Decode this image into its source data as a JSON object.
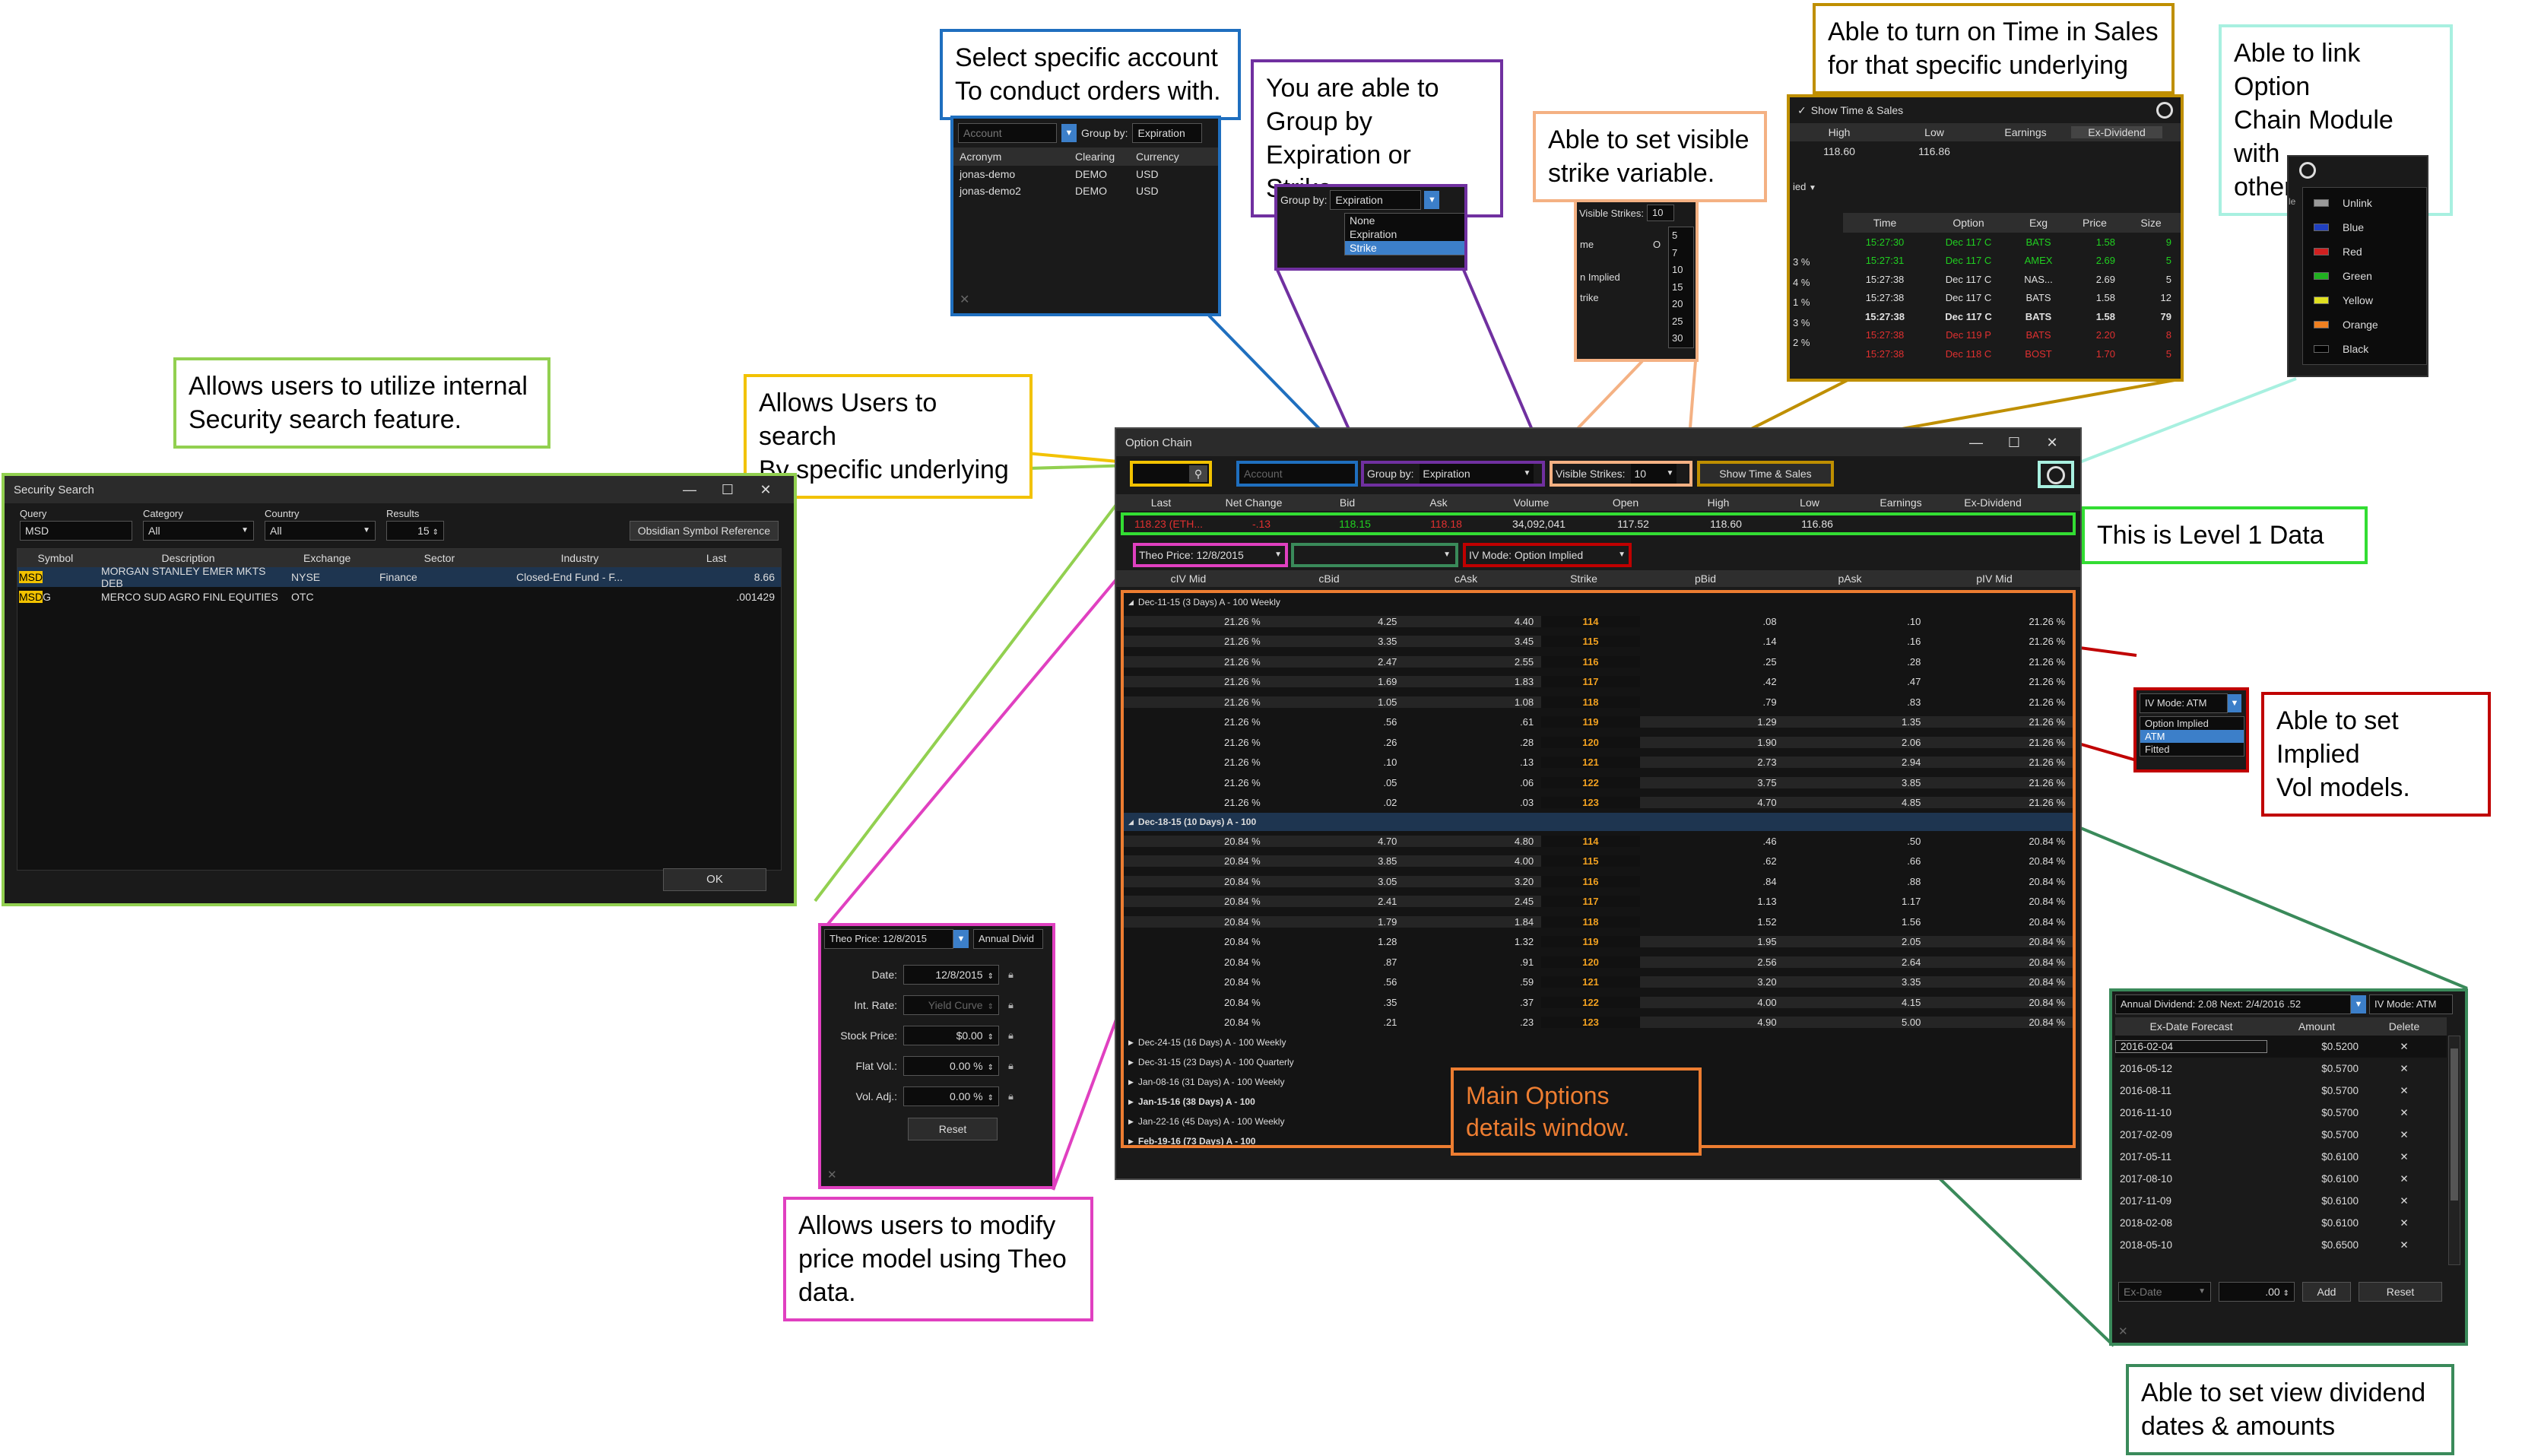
{
  "notes": {
    "account": [
      "Select specific account",
      "To conduct orders with."
    ],
    "group": [
      "You are able to",
      "Group by",
      "Expiration or Strike."
    ],
    "strikes": [
      "Able to set visible",
      "strike variable."
    ],
    "tns": [
      "Able to turn on Time in Sales",
      "for that specific underlying"
    ],
    "link": [
      "Able to link Option",
      "Chain Module with",
      "other Modules"
    ],
    "security": [
      "Allows users to utilize internal",
      "Security search feature."
    ],
    "search_underlying": [
      "Allows Users to search",
      "By specific underlying"
    ],
    "level1": [
      "This is Level 1 Data"
    ],
    "iv": [
      "Able to set Implied",
      "Vol models."
    ],
    "main": [
      "Main Options",
      "details window."
    ],
    "theo": [
      "Allows users to modify",
      "price model using Theo",
      "data."
    ],
    "dividend": [
      "Able to set view dividend",
      "dates & amounts"
    ]
  },
  "account_popup": {
    "placeholder": "Account",
    "group_label": "Group by:",
    "group_value": "Expiration",
    "headers": [
      "Acronym",
      "Clearing",
      "Currency"
    ],
    "rows": [
      [
        "jonas-demo",
        "DEMO",
        "USD"
      ],
      [
        "jonas-demo2",
        "DEMO",
        "USD"
      ]
    ]
  },
  "group_popup": {
    "label": "Group by:",
    "value": "Expiration",
    "options": [
      "None",
      "Expiration",
      "Strike"
    ],
    "selected": "Strike"
  },
  "strikes_popup": {
    "label": "Visible Strikes:",
    "value": "10",
    "options": [
      "5",
      "7",
      "10",
      "15",
      "20",
      "25",
      "30"
    ],
    "left_text": [
      "me",
      "O",
      "n Implied",
      "trike"
    ]
  },
  "tns_popup": {
    "checkbox_label": "Show Time & Sales",
    "quote_headers": [
      "High",
      "Low",
      "Earnings",
      "Ex-Dividend"
    ],
    "quote_values": [
      "118.60",
      "116.86"
    ],
    "headers": [
      "Time",
      "Option",
      "Exg",
      "Price",
      "Size"
    ],
    "side_pct": [
      "3 %",
      "4 %",
      "1 %",
      "3 %",
      "2 %"
    ],
    "rows": [
      {
        "time": "15:27:30",
        "option": "Dec 117 C",
        "exg": "BATS",
        "price": "1.58",
        "size": "9",
        "color": "green"
      },
      {
        "time": "15:27:31",
        "option": "Dec 117 C",
        "exg": "AMEX",
        "price": "2.69",
        "size": "5",
        "color": "green"
      },
      {
        "time": "15:27:38",
        "option": "Dec 117 C",
        "exg": "NAS...",
        "price": "2.69",
        "size": "5",
        "color": "white"
      },
      {
        "time": "15:27:38",
        "option": "Dec 117 C",
        "exg": "BATS",
        "price": "1.58",
        "size": "12",
        "color": "white"
      },
      {
        "time": "15:27:38",
        "option": "Dec 117 C",
        "exg": "BATS",
        "price": "1.58",
        "size": "79",
        "color": "bold"
      },
      {
        "time": "15:27:38",
        "option": "Dec 119 P",
        "exg": "BATS",
        "price": "2.20",
        "size": "8",
        "color": "red"
      },
      {
        "time": "15:27:38",
        "option": "Dec 118 C",
        "exg": "BOST",
        "price": "1.70",
        "size": "5",
        "color": "red"
      }
    ]
  },
  "link_popup": {
    "options": [
      {
        "label": "Unlink",
        "color": "#9a9a9a"
      },
      {
        "label": "Blue",
        "color": "#2040c0"
      },
      {
        "label": "Red",
        "color": "#d02020"
      },
      {
        "label": "Green",
        "color": "#20b020"
      },
      {
        "label": "Yellow",
        "color": "#e0e020"
      },
      {
        "label": "Orange",
        "color": "#f08020"
      },
      {
        "label": "Black",
        "color": "#000000"
      }
    ],
    "stub": "le"
  },
  "security_search": {
    "title": "Security Search",
    "labels": {
      "query": "Query",
      "category": "Category",
      "country": "Country",
      "results": "Results"
    },
    "values": {
      "query": "MSD",
      "category": "All",
      "country": "All",
      "results": "15"
    },
    "ref_button": "Obsidian Symbol Reference",
    "headers": [
      "Symbol",
      "Description",
      "Exchange",
      "Sector",
      "Industry",
      "Last"
    ],
    "rows": [
      {
        "symbol": "MSD",
        "description": "MORGAN STANLEY EMER MKTS DEB",
        "exchange": "NYSE",
        "sector": "Finance",
        "industry": "Closed-End Fund - F...",
        "last": "8.66"
      },
      {
        "symbol": "MSD",
        "suffix": "G",
        "description": "MERCO SUD AGRO FINL EQUITIES",
        "exchange": "OTC",
        "sector": "",
        "industry": "",
        "last": ".001429"
      }
    ],
    "ok": "OK"
  },
  "option_chain": {
    "title": "Option Chain",
    "account_placeholder": "Account",
    "group_label": "Group by:",
    "group_value": "Expiration",
    "strikes_label": "Visible Strikes:",
    "strikes_value": "10",
    "tns_button": "Show Time & Sales",
    "l1_headers": [
      "Last",
      "Net Change",
      "Bid",
      "Ask",
      "Volume",
      "Open",
      "High",
      "Low",
      "Earnings",
      "Ex-Dividend"
    ],
    "l1_values": [
      "118.23 (ETH...",
      "-.13",
      "118.15",
      "118.18",
      "34,092,041",
      "117.52",
      "118.60",
      "116.86",
      "",
      ""
    ],
    "theo_label": "Theo Price: 12/8/2015",
    "iv_label": "IV Mode: Option Implied",
    "chain_headers": [
      "cIV Mid",
      "cBid",
      "cAsk",
      "Strike",
      "pBid",
      "pAsk",
      "pIV Mid"
    ],
    "groups": [
      {
        "label": "Dec-11-15 (3 Days) A - 100 Weekly",
        "expanded": true,
        "bold": false,
        "rows": [
          [
            "21.26 %",
            "4.25",
            "4.40",
            "114",
            ".08",
            ".10",
            "21.26 %"
          ],
          [
            "21.26 %",
            "3.35",
            "3.45",
            "115",
            ".14",
            ".16",
            "21.26 %"
          ],
          [
            "21.26 %",
            "2.47",
            "2.55",
            "116",
            ".25",
            ".28",
            "21.26 %"
          ],
          [
            "21.26 %",
            "1.69",
            "1.83",
            "117",
            ".42",
            ".47",
            "21.26 %"
          ],
          [
            "21.26 %",
            "1.05",
            "1.08",
            "118",
            ".79",
            ".83",
            "21.26 %"
          ],
          [
            "21.26 %",
            ".56",
            ".61",
            "119",
            "1.29",
            "1.35",
            "21.26 %"
          ],
          [
            "21.26 %",
            ".26",
            ".28",
            "120",
            "1.90",
            "2.06",
            "21.26 %"
          ],
          [
            "21.26 %",
            ".10",
            ".13",
            "121",
            "2.73",
            "2.94",
            "21.26 %"
          ],
          [
            "21.26 %",
            ".05",
            ".06",
            "122",
            "3.75",
            "3.85",
            "21.26 %"
          ],
          [
            "21.26 %",
            ".02",
            ".03",
            "123",
            "4.70",
            "4.85",
            "21.26 %"
          ]
        ]
      },
      {
        "label": "Dec-18-15 (10 Days) A - 100",
        "expanded": true,
        "bold": true,
        "rows": [
          [
            "20.84 %",
            "4.70",
            "4.80",
            "114",
            ".46",
            ".50",
            "20.84 %"
          ],
          [
            "20.84 %",
            "3.85",
            "4.00",
            "115",
            ".62",
            ".66",
            "20.84 %"
          ],
          [
            "20.84 %",
            "3.05",
            "3.20",
            "116",
            ".84",
            ".88",
            "20.84 %"
          ],
          [
            "20.84 %",
            "2.41",
            "2.45",
            "117",
            "1.13",
            "1.17",
            "20.84 %"
          ],
          [
            "20.84 %",
            "1.79",
            "1.84",
            "118",
            "1.52",
            "1.56",
            "20.84 %"
          ],
          [
            "20.84 %",
            "1.28",
            "1.32",
            "119",
            "1.95",
            "2.05",
            "20.84 %"
          ],
          [
            "20.84 %",
            ".87",
            ".91",
            "120",
            "2.56",
            "2.64",
            "20.84 %"
          ],
          [
            "20.84 %",
            ".56",
            ".59",
            "121",
            "3.20",
            "3.35",
            "20.84 %"
          ],
          [
            "20.84 %",
            ".35",
            ".37",
            "122",
            "4.00",
            "4.15",
            "20.84 %"
          ],
          [
            "20.84 %",
            ".21",
            ".23",
            "123",
            "4.90",
            "5.00",
            "20.84 %"
          ]
        ]
      }
    ],
    "collapsed_groups": [
      {
        "label": "Dec-24-15 (16 Days) A - 100 Weekly",
        "bold": false
      },
      {
        "label": "Dec-31-15 (23 Days) A - 100 Quarterly",
        "bold": false
      },
      {
        "label": "Jan-08-16 (31 Days) A - 100 Weekly",
        "bold": false
      },
      {
        "label": "Jan-15-16 (38 Days) A - 100",
        "bold": true
      },
      {
        "label": "Jan-22-16 (45 Days) A - 100 Weekly",
        "bold": false
      },
      {
        "label": "Feb-19-16 (73 Days) A - 100",
        "bold": true
      }
    ]
  },
  "iv_popup": {
    "label": "IV Mode: ATM",
    "options": [
      "Option Implied",
      "ATM",
      "Fitted"
    ],
    "selected": "ATM"
  },
  "theo_popup": {
    "label": "Theo Price: 12/8/2015",
    "stub": "Annual Divid",
    "fields": [
      {
        "label": "Date:",
        "value": "12/8/2015"
      },
      {
        "label": "Int. Rate:",
        "value": "Yield Curve"
      },
      {
        "label": "Stock Price:",
        "value": "$0.00"
      },
      {
        "label": "Flat Vol.:",
        "value": "0.00 %"
      },
      {
        "label": "Vol. Adj.:",
        "value": "0.00 %"
      }
    ],
    "reset": "Reset"
  },
  "dividend_popup": {
    "label": "Annual Dividend: 2.08 Next: 2/4/2016 .52",
    "stub": "IV Mode: ATM",
    "headers": [
      "Ex-Date Forecast",
      "Amount",
      "Delete"
    ],
    "rows": [
      [
        "2016-02-04",
        "$0.5200"
      ],
      [
        "2016-05-12",
        "$0.5700"
      ],
      [
        "2016-08-11",
        "$0.5700"
      ],
      [
        "2016-11-10",
        "$0.5700"
      ],
      [
        "2017-02-09",
        "$0.5700"
      ],
      [
        "2017-05-11",
        "$0.6100"
      ],
      [
        "2017-08-10",
        "$0.6100"
      ],
      [
        "2017-11-09",
        "$0.6100"
      ],
      [
        "2018-02-08",
        "$0.6100"
      ],
      [
        "2018-05-10",
        "$0.6500"
      ]
    ],
    "exdate_placeholder": "Ex-Date",
    "amount_value": ".00",
    "add": "Add",
    "reset": "Reset"
  },
  "colors": {
    "account": "#1f6fbf",
    "group": "#7030a0",
    "strikes": "#f4b183",
    "tns": "#bf8f00",
    "link": "#a8f0e0",
    "security": "#92d050",
    "search": "#f2c200",
    "level1": "#33dd33",
    "iv": "#c00000",
    "main": "#ed7d31",
    "theo": "#e040c0",
    "dividend": "#3a8a5a"
  }
}
